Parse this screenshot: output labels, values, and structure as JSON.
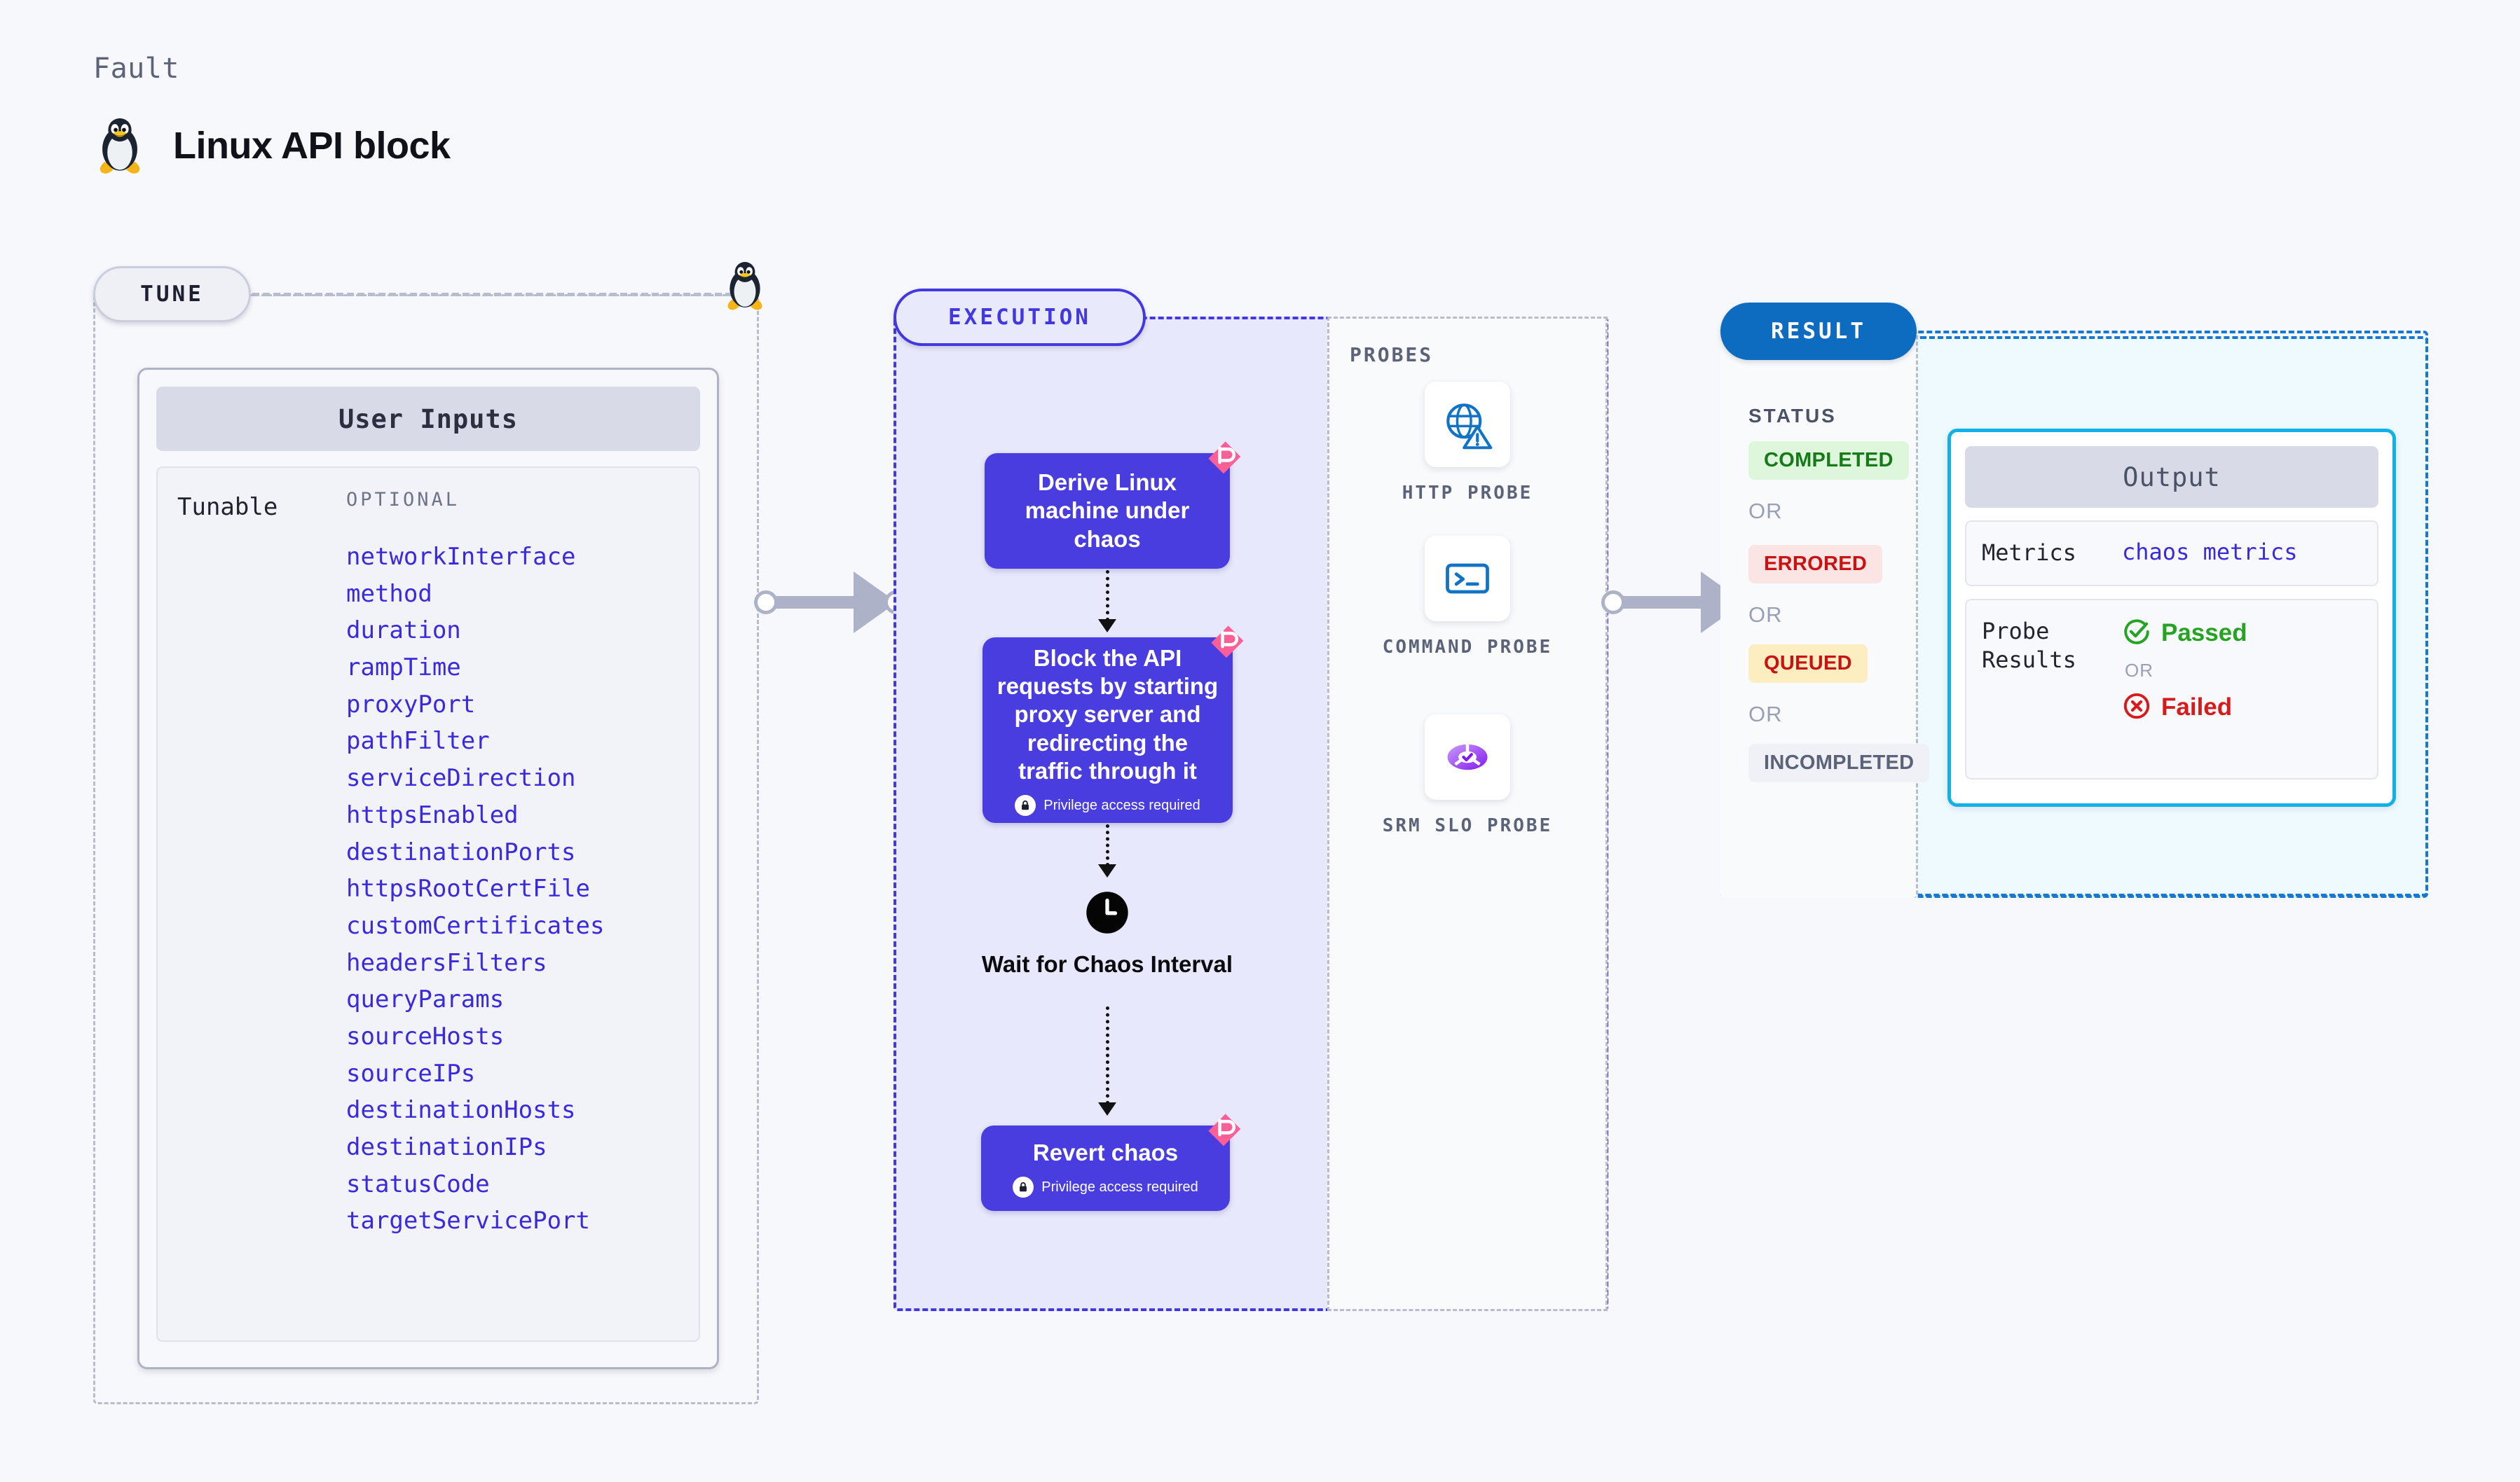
{
  "header": {
    "kicker": "Fault",
    "title": "Linux API block",
    "icon": "tux-penguin-icon"
  },
  "tune": {
    "pill_label": "TUNE",
    "card": {
      "header": "User Inputs",
      "left_label": "Tunable",
      "group_label": "OPTIONAL",
      "params": [
        "networkInterface",
        "method",
        "duration",
        "rampTime",
        "proxyPort",
        "pathFilter",
        "serviceDirection",
        "httpsEnabled",
        "destinationPorts",
        "httpsRootCertFile",
        "customCertificates",
        "headersFilters",
        "queryParams",
        "sourceHosts",
        "sourceIPs",
        "destinationHosts",
        "destinationIPs",
        "statusCode",
        "targetServicePort"
      ]
    }
  },
  "execution": {
    "pill_label": "EXECUTION",
    "steps": [
      {
        "text": "Derive Linux machine under chaos",
        "privilege": null,
        "flag": "retry-flag-icon"
      },
      {
        "text": "Block the API requests by starting proxy server and redirecting the traffic through it",
        "privilege": "Privilege access required",
        "flag": "retry-flag-icon"
      }
    ],
    "wait": {
      "icon": "clock-icon",
      "label": "Wait for Chaos Interval"
    },
    "revert": {
      "text": "Revert chaos",
      "privilege": "Privilege access required",
      "flag": "retry-flag-icon"
    }
  },
  "probes": {
    "title": "PROBES",
    "items": [
      {
        "label": "HTTP PROBE",
        "icon": "globe-warning-icon"
      },
      {
        "label": "COMMAND PROBE",
        "icon": "terminal-icon"
      },
      {
        "label": "SRM SLO PROBE",
        "icon": "slo-donut-check-icon"
      }
    ]
  },
  "result": {
    "pill_label": "RESULT",
    "status_title": "STATUS",
    "or_label": "OR",
    "statuses": [
      {
        "label": "COMPLETED",
        "style": "completed"
      },
      {
        "label": "ERRORED",
        "style": "errored"
      },
      {
        "label": "QUEUED",
        "style": "queued"
      },
      {
        "label": "INCOMPLETED",
        "style": "incomplete"
      }
    ],
    "output": {
      "header": "Output",
      "metrics_key": "Metrics",
      "metrics_value": "chaos metrics",
      "probe_results_key": "Probe Results",
      "passed_label": "Passed",
      "failed_label": "Failed",
      "or_label": "OR",
      "passed_icon": "check-circle-icon",
      "failed_icon": "x-circle-icon"
    }
  },
  "colors": {
    "accent_purple": "#4a3ddf",
    "param_blue": "#3a29dd",
    "result_blue": "#0d6cc0",
    "output_cyan": "#0fb1e8",
    "flag_pink": "#fb5f95",
    "passed_green": "#25a321",
    "failed_red": "#d61b1b"
  }
}
